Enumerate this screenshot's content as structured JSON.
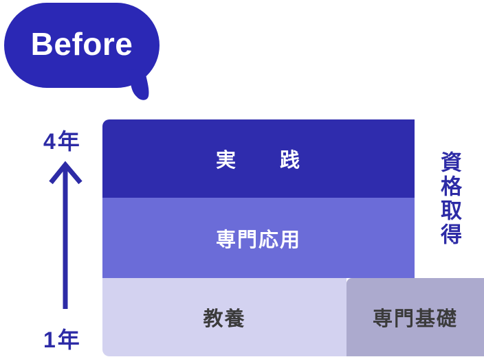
{
  "badge": {
    "label": "Before"
  },
  "axis": {
    "top_label": "4年",
    "bottom_label": "1年"
  },
  "blocks": {
    "practice": {
      "label": "実　　践"
    },
    "applied": {
      "label": "専門応用"
    },
    "qualification": {
      "label": "資格取得"
    },
    "liberal": {
      "label": "教養"
    },
    "basics": {
      "label": "専門基礎"
    }
  },
  "colors": {
    "bubble_blue": "#2B28B5",
    "block_dark_blue": "#2F2CAD",
    "medium_purple": "#6B6CD8",
    "lavender": "#D3D2F0",
    "gray_purple": "#ACAACE",
    "column_white": "#FFFFFF",
    "axis_blue": "#2D2BA6",
    "text_dark": "#3B3B3B"
  }
}
